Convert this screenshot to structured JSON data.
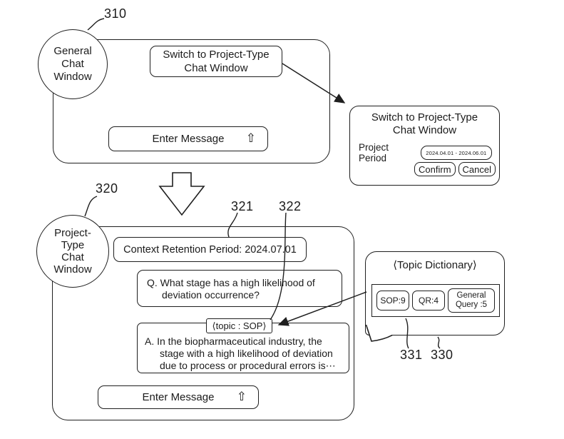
{
  "figure": {
    "type": "patent-style-diagram",
    "ink_color": "#1f1f1f",
    "background": "#ffffff"
  },
  "refs": {
    "general_window": "310",
    "project_window": "320",
    "context_box": "321",
    "topic_label": "322",
    "topic_dictionary": "330",
    "topic_tags": "331"
  },
  "general_window": {
    "circle_label": "General\nChat\nWindow",
    "switch_button_label": "Switch to Project-Type\nChat Window",
    "enter_message_placeholder": "Enter Message",
    "send_icon": "⇧"
  },
  "switch_dialog": {
    "title": "Switch to Project-Type\nChat Window",
    "project_period_label": "Project Period",
    "project_period_value": "2024.04.01 - 2024.06.01",
    "confirm_label": "Confirm",
    "cancel_label": "Cancel"
  },
  "project_window": {
    "circle_label": "Project-\nType\nChat\nWindow",
    "context_retention": "Context Retention Period: 2024.07.01",
    "question_line1": "Q. What stage has a high likelihood of",
    "question_line2": "deviation occurrence?",
    "topic_label": "⟨topic : SOP⟩",
    "answer_line1": "A. In the biopharmaceutical industry, the",
    "answer_line2": "stage with a high likelihood of deviation",
    "answer_line3": "due to process or procedural errors is⋯",
    "enter_message_placeholder": "Enter Message",
    "send_icon": "⇧"
  },
  "topic_dictionary": {
    "title": "⟨Topic Dictionary⟩",
    "tags": [
      {
        "label": "SOP:9"
      },
      {
        "label": "QR:4"
      },
      {
        "label": "General\nQuery :5"
      }
    ]
  }
}
